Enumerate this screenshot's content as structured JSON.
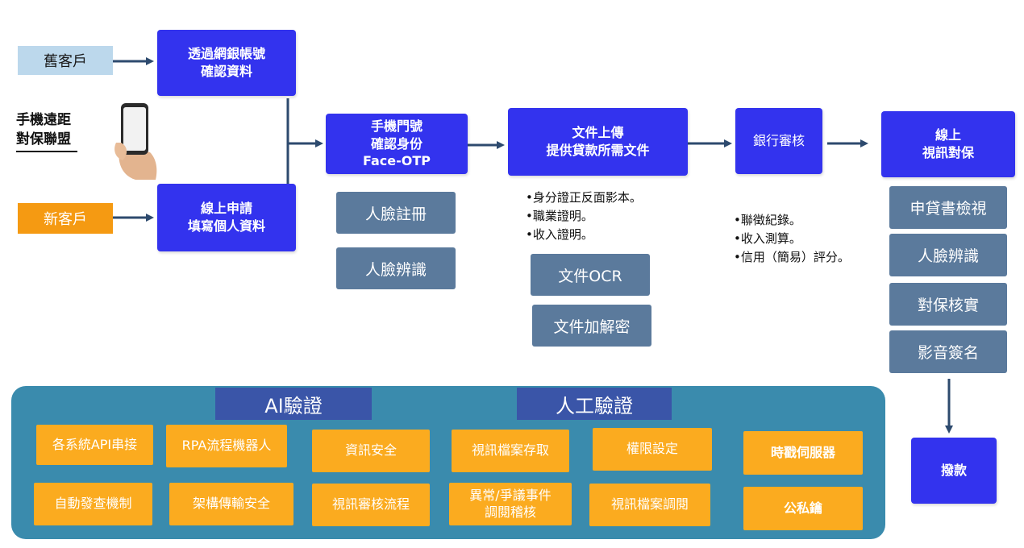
{
  "customers": {
    "old": "舊客戶",
    "new": "新客戶",
    "mobile_label": "手機遠距\n對保聯盟"
  },
  "steps": {
    "netbank_verify": "透過網銀帳號\n確認資料",
    "online_apply": "線上申請\n填寫個人資料",
    "identity": "手機門號\n確認身份\nFace-OTP",
    "doc_upload": "文件上傳\n提供貸款所需文件",
    "bank_review": "銀行審核",
    "video_guarantee": "線上\n視訊對保",
    "disburse": "撥款"
  },
  "identity_sub": [
    "人臉註冊",
    "人臉辨識"
  ],
  "doc_bullets": [
    "•身分證正反面影本。",
    "•職業證明。",
    "•收入證明。"
  ],
  "doc_sub": [
    "文件OCR",
    "文件加解密"
  ],
  "review_bullets": [
    "•聯徵紀錄。",
    "•收入測算。",
    "•信用（簡易）評分。"
  ],
  "video_sub": [
    "申貸書檢視",
    "人臉辨識",
    "對保核實",
    "影音簽名"
  ],
  "verification": {
    "ai_title": "AI驗證",
    "manual_title": "人工驗證",
    "items_row1": [
      "各系統API串接",
      "RPA流程機器人",
      "資訊安全",
      "視訊檔案存取",
      "權限設定",
      "時戳伺服器"
    ],
    "items_row2": [
      "自動發查機制",
      "架構傳輸安全",
      "視訊審核流程",
      "異常/爭議事件\n調閱稽核",
      "視訊檔案調閱",
      "公私鑰"
    ]
  },
  "colors": {
    "step_blue": "#3333ee",
    "sub_grey": "#5b7a9c",
    "panel_teal": "#3a8bad",
    "banner_navy": "#3a55a8",
    "item_orange": "#fbab1f",
    "arrow": "#2d4a6e"
  },
  "icons": [
    "phone-in-hand-icon"
  ]
}
